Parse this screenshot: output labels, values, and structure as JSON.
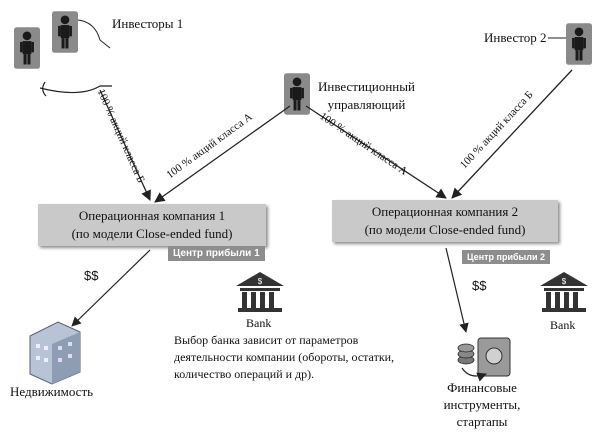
{
  "investors_1": {
    "label": "Инвесторы 1"
  },
  "investor_2": {
    "label": "Инвестор 2"
  },
  "manager": {
    "line1": "Инвестиционный",
    "line2": "управляющий"
  },
  "flows": {
    "class_b_left": "100 % акций класса Б",
    "class_a_left": "100 % акций класса А",
    "class_a_right": "100 % акций класса А",
    "class_b_right": "100 % акций класса Б"
  },
  "company_1": {
    "line1": "Операционная компания 1",
    "line2": "(по модели Close-ended fund)",
    "profit_center": "Центр прибыли 1"
  },
  "company_2": {
    "line1": "Операционная компания 2",
    "line2": "(по модели Close-ended fund)",
    "profit_center": "Центр прибыли 2"
  },
  "money_1": "$$",
  "money_2": "$$",
  "bank_1": {
    "label": "Bank"
  },
  "bank_2": {
    "label": "Bank"
  },
  "bank_note": {
    "line1": "Выбор банка зависит от параметров",
    "line2": "деятельности компании (обороты, остатки,",
    "line3": "количество операций и др)."
  },
  "real_estate": {
    "label": "Недвижимость"
  },
  "financial": {
    "line1": "Финансовые",
    "line2": "инструменты,",
    "line3": "стартапы"
  },
  "colors": {
    "box_fill": "#c9c9c9",
    "tag_fill": "#8d8d8d",
    "investor_icon": "#8a8a8a"
  }
}
